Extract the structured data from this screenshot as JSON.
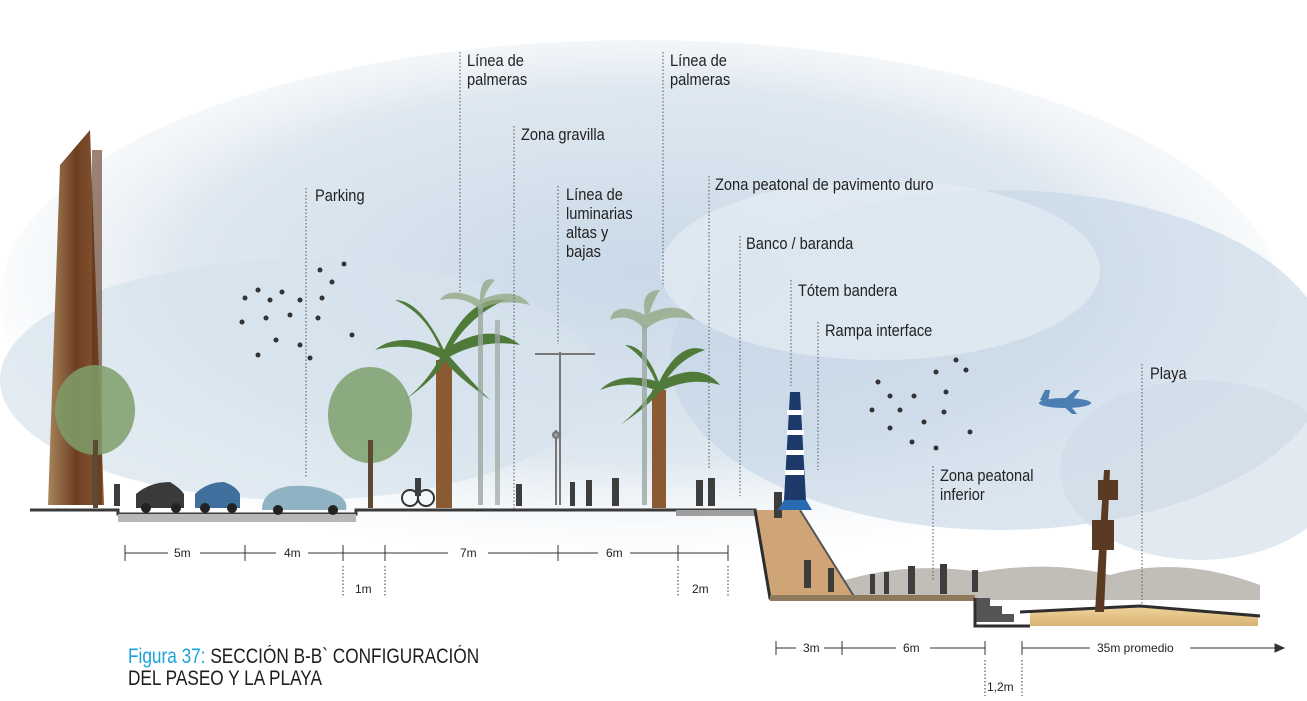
{
  "labels": {
    "parking": "Parking",
    "palm_line_1": [
      "Línea de",
      "palmeras"
    ],
    "palm_line_2": [
      "Línea de",
      "palmeras"
    ],
    "gravel_zone": "Zona gravilla",
    "light_line": [
      "Línea de",
      "luminarias",
      "altas y",
      "bajas"
    ],
    "hard_paving_zone": "Zona peatonal de pavimento duro",
    "bench_railing": "Banco / baranda",
    "flag_totem": "Tótem bandera",
    "interface_ramp": "Rampa interface",
    "lower_pedestrian_zone": [
      "Zona peatonal",
      "inferior"
    ],
    "beach": "Playa"
  },
  "dimensions": {
    "d1": "5m",
    "d2": "4m",
    "d3": "7m",
    "d4": "6m",
    "d5": "1m",
    "d6": "2m",
    "d7": "3m",
    "d8": "6m",
    "d9": "35m promedio",
    "d10": "1,2m"
  },
  "caption": {
    "figure": "Figura 37:",
    "title_line1": " SECCIÓN B-B` CONFIGURACIÓN",
    "title_line2": "DEL PASEO Y LA PLAYA"
  },
  "colors": {
    "caption_accent": "#1aa3d9",
    "sky": "#b9cde0",
    "ground": "#4a4a4a",
    "sand": "#e3c58c",
    "building": "#7a4a2e"
  }
}
